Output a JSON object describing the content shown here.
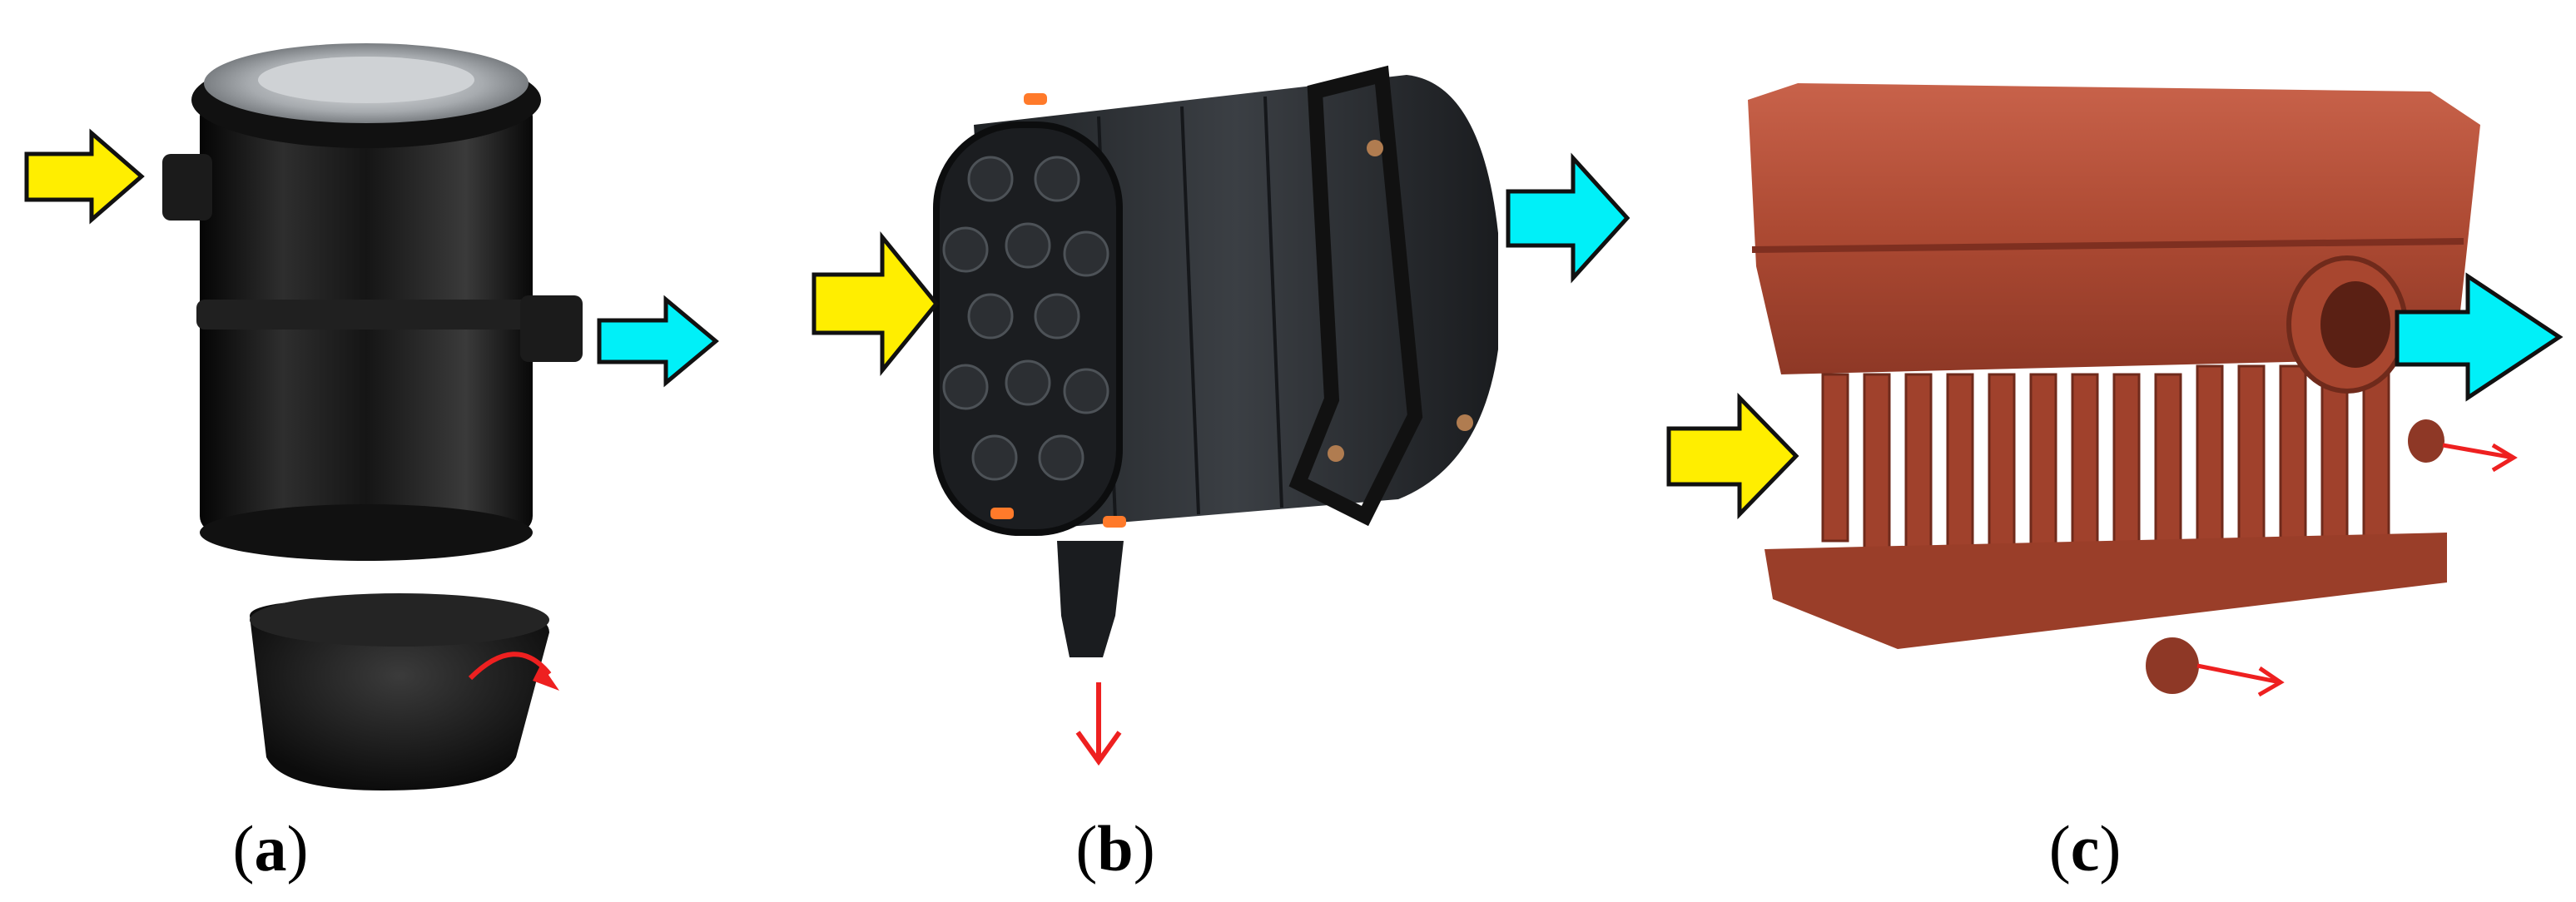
{
  "captions": [
    {
      "open": "(",
      "letter": "a",
      "close": ")"
    },
    {
      "open": "(",
      "letter": "b",
      "close": ")"
    },
    {
      "open": "(",
      "letter": "c",
      "close": ")"
    }
  ],
  "colors": {
    "inlet_arrow": "#ffee00",
    "outlet_arrow": "#00f0f8",
    "dust_arrow": "#ee2020",
    "filter_a_body": "#1a1a1a",
    "filter_a_lid": "#a8acb0",
    "filter_b_body": "#2a2d30",
    "filter_c_body": "#b24a32"
  },
  "icons": [
    "inlet-arrow-icon",
    "outlet-arrow-icon",
    "dust-outlet-arrow-icon"
  ]
}
